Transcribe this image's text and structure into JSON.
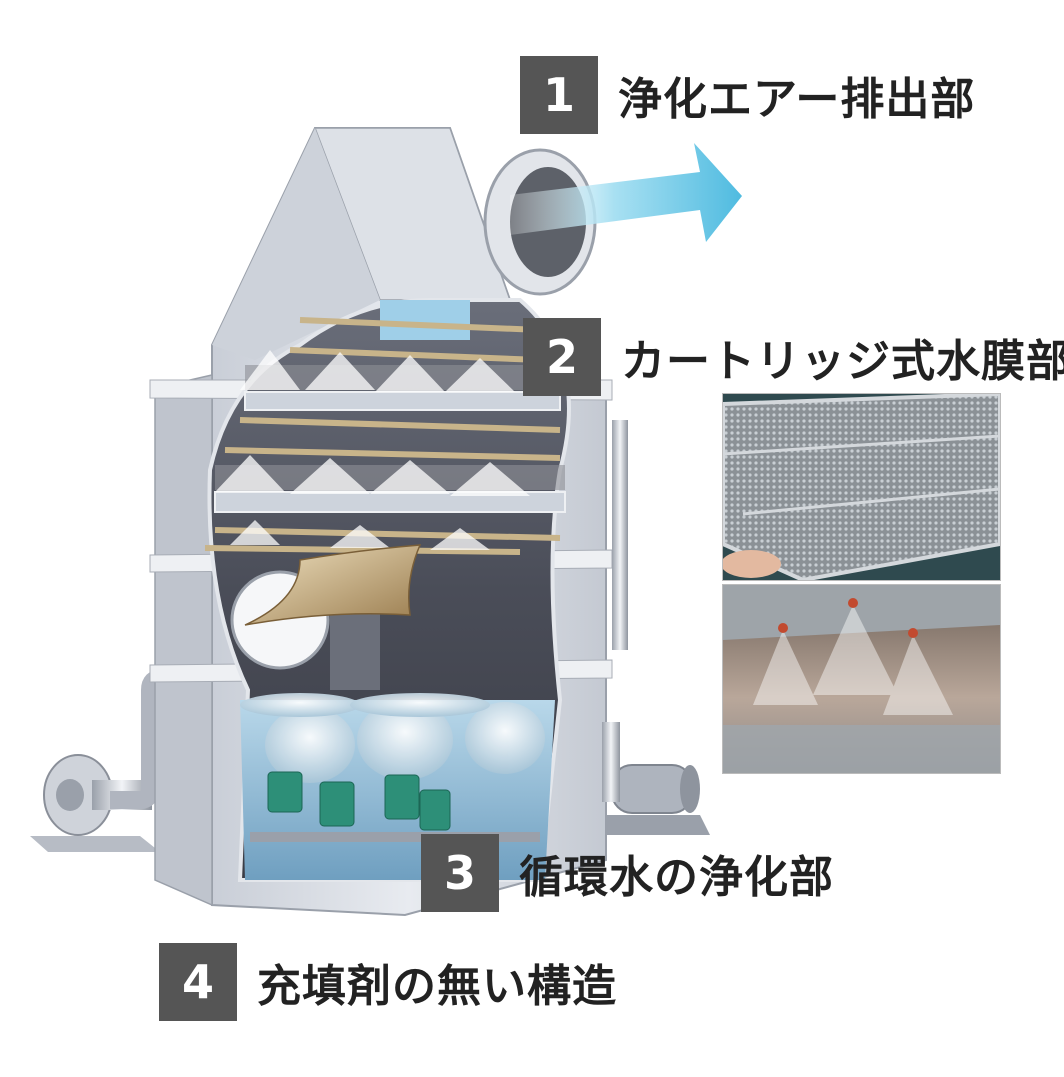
{
  "callouts": [
    {
      "number": "1",
      "label": "浄化エアー排出部"
    },
    {
      "number": "2",
      "label": "カートリッジ式水膜部"
    },
    {
      "number": "3",
      "label": "循環水の浄化部"
    },
    {
      "number": "4",
      "label": "充填剤の無い構造"
    }
  ],
  "colors": {
    "callout_box": "#555555",
    "callout_text": "#222222",
    "housing": "#d9dde4",
    "exhaust_arrow": "#7fd0ea"
  },
  "illustration": {
    "icons": [
      "scrubber-tower-illustration",
      "exhaust-arrow-icon",
      "fan-blower-icon",
      "pump-icon",
      "spray-nozzle-icon"
    ]
  },
  "photos": [
    {
      "name": "cartridge-filter-photo"
    },
    {
      "name": "water-spray-photo"
    }
  ]
}
